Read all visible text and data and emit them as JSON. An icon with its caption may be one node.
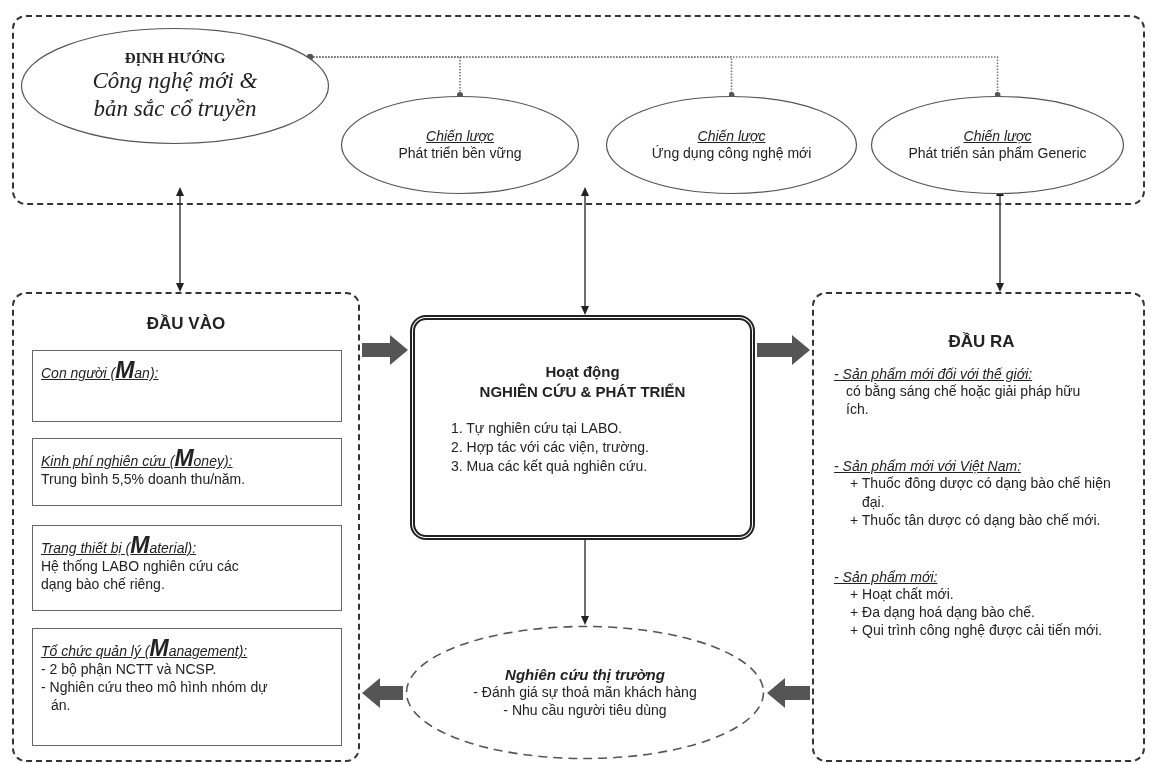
{
  "diagram": {
    "nodes": [
      {
        "text": [],
        "shape": "box"
      },
      {
        "text": [
          "ĐỊNH HƯỚNG",
          "Công nghệ mới & bản sắc cổ truyền"
        ],
        "in": 0
      },
      {
        "text": [
          "Chiến lược",
          "Phát triển bền vững"
        ],
        "in": 0
      },
      {
        "text": [
          "Chiến lược",
          "Ứng dụng công nghệ mới"
        ],
        "in": 0
      },
      {
        "text": [
          "Chiến lược",
          "Phát triển sản phẩm Generic"
        ],
        "in": 0
      },
      {
        "text": [
          "ĐẦU VÀO"
        ]
      },
      {
        "text": [
          "Con người (**M**an):"
        ],
        "in": 5
      },
      {
        "text": [
          "Kinh phí nghiên cứu (**M**oney):",
          "Trung bình 5,5% doanh thu/năm."
        ],
        "in": 5
      },
      {
        "text": [
          "Trang thiết bị (**M**aterial):",
          "Hệ thống LABO nghiên cứu các dạng bào chế riêng."
        ],
        "in": 5
      },
      {
        "text": [
          "Tổ chức quản lý (**M**anagement):",
          "- 2 bộ phận NCTT và NCSP.",
          "- Nghiên cứu theo mô hình nhóm dự án."
        ],
        "in": 5
      },
      {
        "text": [
          "Hoạt động",
          "NGHIÊN CỨU & PHÁT TRIỂN",
          "1. Tự nghiên cứu tại LABO.",
          "2. Hợp tác với các viện, trường.",
          "3. Mua các kết quả nghiên cứu."
        ]
      },
      {
        "text": [
          "ĐẦU RA",
          "- Sản phẩm mới đối với thế giới:",
          "có bằng sáng chế hoặc giải pháp hữu ích.",
          "- Sản phẩm mới với Việt Nam:",
          "+ Thuốc đông dược có dạng bào chế hiện đại.",
          "+ Thuốc tân dược có dạng bào chế mới.",
          "- Sản phẩm mới:",
          "+ Hoạt chất mới.",
          "+ Đa dạng hoá dạng bào chế.",
          "+ Qui trình công nghệ được cải tiến mới."
        ]
      },
      {
        "text": [
          "Nghiên cứu thị trường",
          "- Đánh giá sự thoả mãn khách hàng",
          "- Nhu cầu người tiêu dùng"
        ]
      }
    ],
    "edges": [
      {
        "from": 1,
        "to": 2,
        "arrow": "other",
        "style": "dashed"
      },
      {
        "from": 1,
        "to": 3,
        "arrow": "other",
        "style": "dashed"
      },
      {
        "from": 1,
        "to": 4,
        "arrow": "other",
        "style": "dashed"
      },
      {
        "from": 0,
        "to": 5,
        "arrow": "both"
      },
      {
        "from": 0,
        "to": 10,
        "arrow": "both"
      },
      {
        "from": 0,
        "to": 11,
        "arrow": "both"
      },
      {
        "from": 5,
        "to": 10,
        "arrow": "to",
        "style": "thick",
        "color": "#555555"
      },
      {
        "from": 10,
        "to": 11,
        "arrow": "to",
        "style": "thick",
        "color": "#555555"
      },
      {
        "from": 10,
        "to": 12,
        "arrow": "both"
      },
      {
        "from": 11,
        "to": 12,
        "arrow": "to",
        "style": "thick",
        "color": "#555555"
      },
      {
        "from": 12,
        "to": 5,
        "arrow": "to",
        "style": "thick",
        "color": "#555555"
      }
    ]
  }
}
